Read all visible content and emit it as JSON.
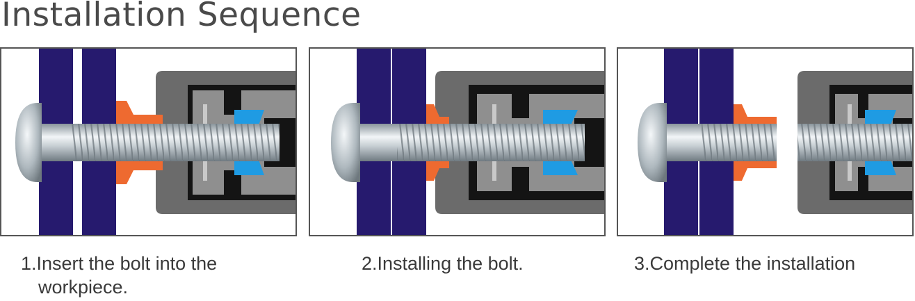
{
  "title": "Installation Sequence",
  "steps": [
    {
      "caption_line1": "1.Insert the bolt into the",
      "caption_line2": "workpiece."
    },
    {
      "caption_line1": "2.Installing the bolt.",
      "caption_line2": ""
    },
    {
      "caption_line1": "3.Complete the installation",
      "caption_line2": ""
    }
  ],
  "colors": {
    "workpiece": "#261a6e",
    "flange": "#ee6a30",
    "nut_body": "#6b6b6b",
    "nut_core": "#141414",
    "insert": "#1f9be3",
    "bolt": "#b9c4cb"
  }
}
